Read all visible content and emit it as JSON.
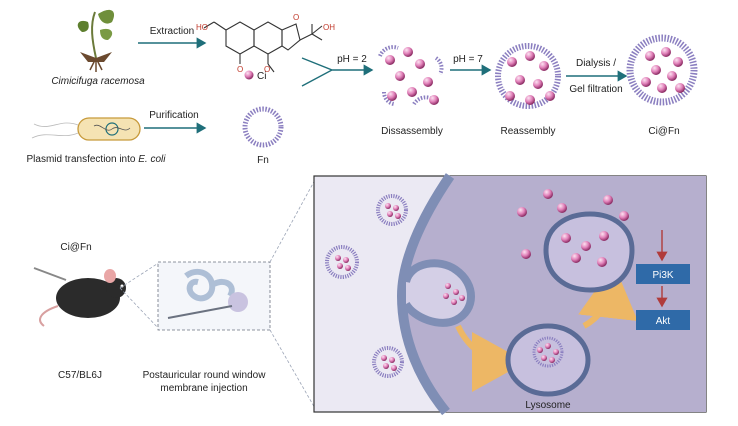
{
  "top": {
    "plant_label": "Cimicifuga racemosa",
    "extraction_label": "Extraction",
    "ci_label": "Ci",
    "purification_label": "Purification",
    "plasmid_label_prefix": "Plasmid transfection into ",
    "plasmid_label_species": "E. coli",
    "fn_label": "Fn",
    "ph2_label": "pH = 2",
    "ph7_label": "pH = 7",
    "dialysis_label": "Dialysis /",
    "gel_label": "Gel filtration",
    "disassembly_label": "Dissassembly",
    "reassembly_label": "Reassembly",
    "product_label": "Ci@Fn"
  },
  "bottom": {
    "injected_label": "Ci@Fn",
    "mouse_label": "C57/BL6J",
    "injection_label_line1": "Postauricular round window",
    "injection_label_line2": "membrane injection",
    "lysosome_label": "Lysosome",
    "pi3k_label": "Pi3K",
    "akt_label": "Akt"
  },
  "colors": {
    "cell_bg": "#b7b1cf",
    "membrane": "#7f8eb5",
    "pathway_box": "#2f6aa8",
    "cargo": "#d15ea0",
    "arrow": "#f5c26b"
  }
}
